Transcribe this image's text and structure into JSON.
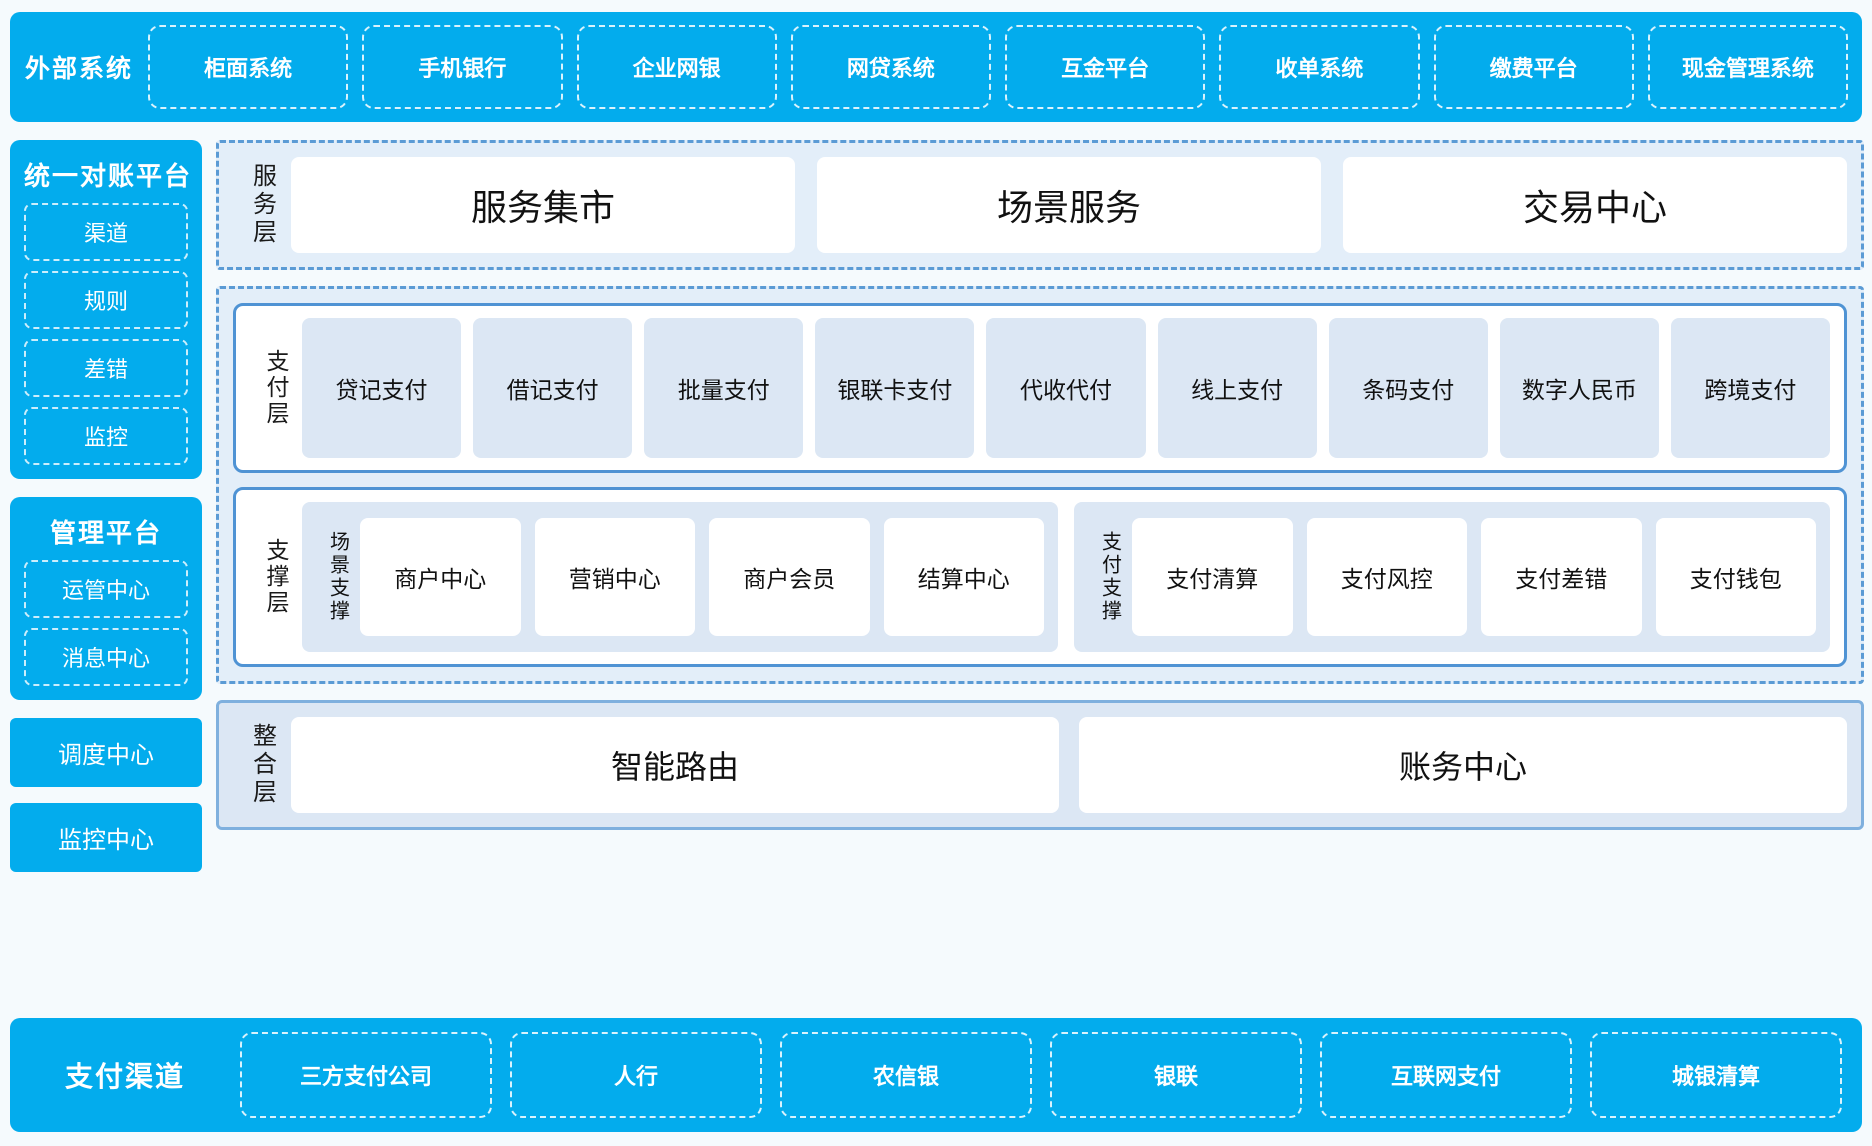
{
  "external_systems": {
    "title": "外部系统",
    "items": [
      "柜面系统",
      "手机银行",
      "企业网银",
      "网贷系统",
      "互金平台",
      "收单系统",
      "缴费平台",
      "现金管理系统"
    ]
  },
  "sidebar": {
    "reconciliation": {
      "title": "统一对账平台",
      "items": [
        "渠道",
        "规则",
        "差错",
        "监控"
      ]
    },
    "management": {
      "title": "管理平台",
      "items": [
        "运管中心",
        "消息中心"
      ]
    },
    "standalone": [
      "调度中心",
      "监控中心"
    ]
  },
  "service_layer": {
    "label": "服务层",
    "items": [
      "服务集市",
      "场景服务",
      "交易中心"
    ]
  },
  "payment_layer": {
    "label": "支付层",
    "items": [
      "贷记支付",
      "借记支付",
      "批量支付",
      "银联卡支付",
      "代收代付",
      "线上支付",
      "条码支付",
      "数字人民币",
      "跨境支付"
    ]
  },
  "support_layer": {
    "label": "支撑层",
    "groups": [
      {
        "label": "场景支撑",
        "items": [
          "商户中心",
          "营销中心",
          "商户会员",
          "结算中心"
        ]
      },
      {
        "label": "支付支撑",
        "items": [
          "支付清算",
          "支付风控",
          "支付差错",
          "支付钱包"
        ]
      }
    ]
  },
  "integration_layer": {
    "label": "整合层",
    "items": [
      "智能路由",
      "账务中心"
    ]
  },
  "payment_channels": {
    "title": "支付渠道",
    "items": [
      "三方支付公司",
      "人行",
      "农信银",
      "银联",
      "互联网支付",
      "城银清算"
    ]
  },
  "colors": {
    "brand_cyan": "#03ACED",
    "panel_blue": "#DCE7F4",
    "dashed_border": "#5B9BD5",
    "solid_border": "#4F93D4",
    "page_background": "#F5FAFD"
  }
}
